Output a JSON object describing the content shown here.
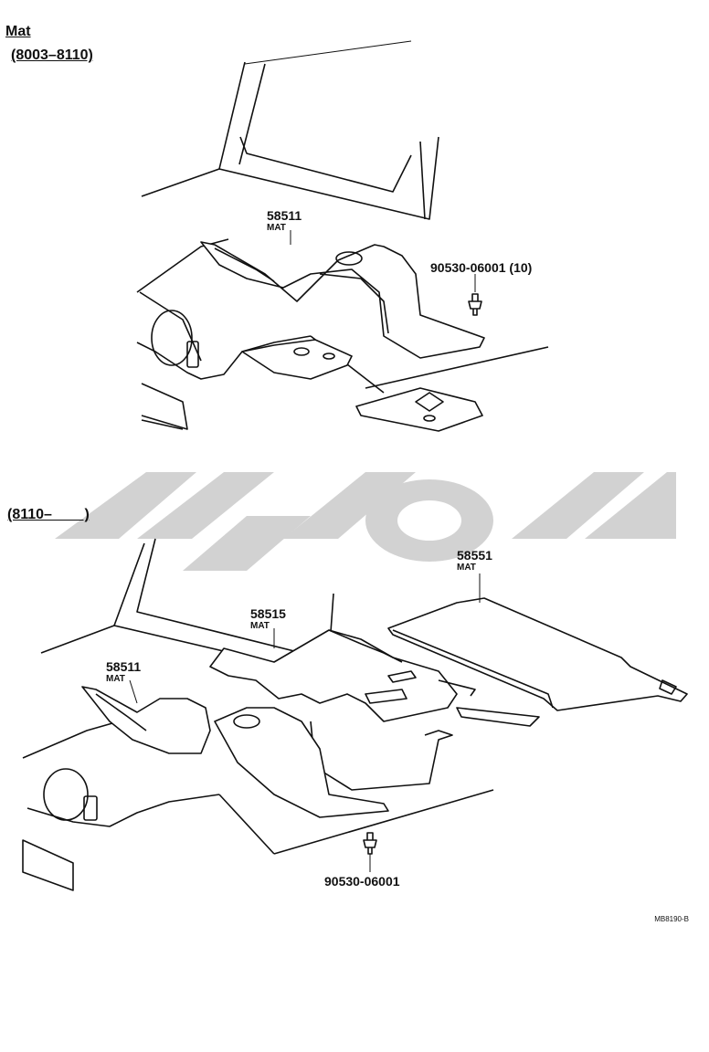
{
  "header": {
    "title": "Mat",
    "range_top": "(8003–8110)",
    "range_bottom": "(8110–        )"
  },
  "top_section": {
    "callouts": [
      {
        "part": "58511",
        "desc": "MAT"
      },
      {
        "part": "90530-06001 (10)",
        "desc": ""
      }
    ]
  },
  "bottom_section": {
    "callouts": [
      {
        "part": "58551",
        "desc": "MAT"
      },
      {
        "part": "58515",
        "desc": "MAT"
      },
      {
        "part": "58511",
        "desc": "MAT"
      },
      {
        "part": "90530-06001",
        "desc": ""
      }
    ]
  },
  "figure_ref": "MB8190-B",
  "watermark": {
    "color": "#cfcfcf"
  }
}
